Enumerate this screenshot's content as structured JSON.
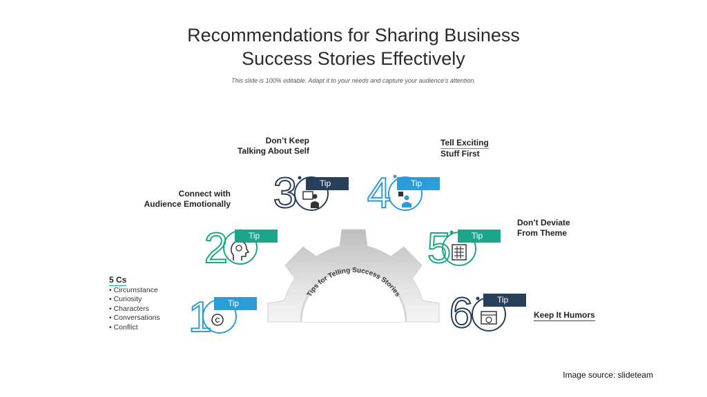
{
  "title_line1": "Recommendations for Sharing Business",
  "title_line2": "Success Stories Effectively",
  "subtitle": "This slide is 100% editable. Adapt it to your needs and capture your audience’s attention.",
  "gear_text": "Tips for Telling Success Stories",
  "tips": [
    {
      "number": "1",
      "tag": "Tip",
      "color": "#2a9cd8",
      "icon": "copyright-icon"
    },
    {
      "number": "2",
      "tag": "Tip",
      "color": "#1aa68a",
      "icon": "brain-head-icon"
    },
    {
      "number": "3",
      "tag": "Tip",
      "color": "#26405a",
      "icon": "presenter-icon"
    },
    {
      "number": "4",
      "tag": "Tip",
      "color": "#2a9cd8",
      "icon": "person-chat-icon"
    },
    {
      "number": "5",
      "tag": "Tip",
      "color": "#1aa68a",
      "icon": "calculator-icon"
    },
    {
      "number": "6",
      "tag": "Tip",
      "color": "#26405a",
      "icon": "browser-smile-icon"
    }
  ],
  "labels": {
    "five_cs_title": "5 Cs",
    "five_cs_items": [
      "Circumstance",
      "Curiosity",
      "Characters",
      "Conversations",
      "Conflict"
    ],
    "tip2_line1": "Connect with",
    "tip2_line2": "Audience Emotionally",
    "tip3_line1": "Don’t Keep",
    "tip3_line2": "Talking About Self",
    "tip4_line1": "Tell Exciting",
    "tip4_line2": "Stuff First",
    "tip5_line1": "Don’t Deviate",
    "tip5_line2": "From Theme",
    "tip6": "Keep It Humors"
  },
  "source": "Image source: slideteam"
}
